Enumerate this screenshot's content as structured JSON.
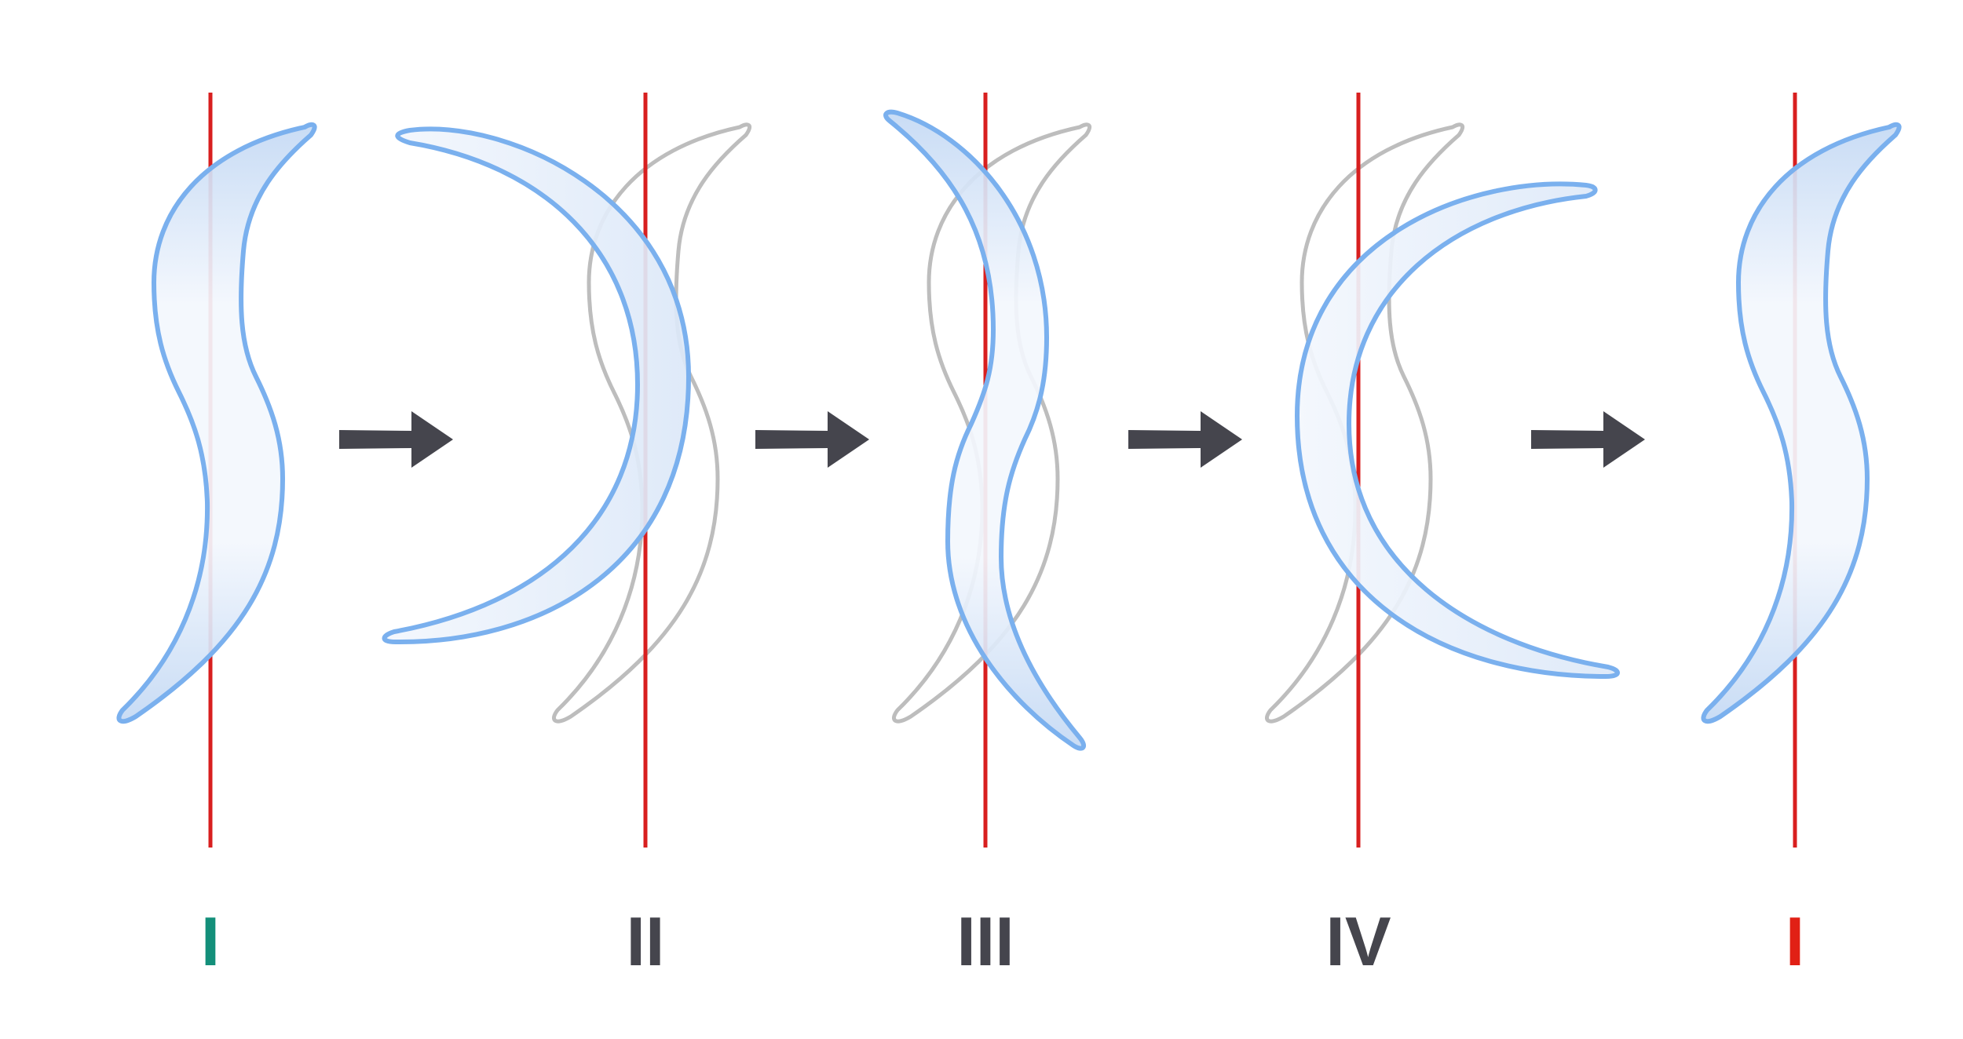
{
  "diagram": {
    "colors": {
      "axis": "#d81f1f",
      "shape_outline": "#7ab0ee",
      "shape_fill_light": "#f3f7fd",
      "shape_fill_dark": "#c4d9f4",
      "ghost_outline": "#bdbdbd",
      "arrow": "#45454d",
      "label_default": "#45454d",
      "label_first": "#138f7a",
      "label_last": "#e12015"
    },
    "steps": [
      {
        "label": "I",
        "shape": "s-curve",
        "ghost": "none",
        "label_color": "label_first"
      },
      {
        "label": "II",
        "shape": "crescent-right",
        "ghost": "s-curve",
        "label_color": "label_default"
      },
      {
        "label": "III",
        "shape": "z-curve",
        "ghost": "s-curve",
        "label_color": "label_default"
      },
      {
        "label": "IV",
        "shape": "crescent-left",
        "ghost": "s-curve",
        "label_color": "label_default"
      },
      {
        "label": "I",
        "shape": "s-curve",
        "ghost": "none",
        "label_color": "label_last"
      }
    ],
    "arrows": [
      {
        "icon": "right-arrow-icon"
      },
      {
        "icon": "right-arrow-icon"
      },
      {
        "icon": "right-arrow-icon"
      },
      {
        "icon": "right-arrow-icon"
      }
    ]
  }
}
